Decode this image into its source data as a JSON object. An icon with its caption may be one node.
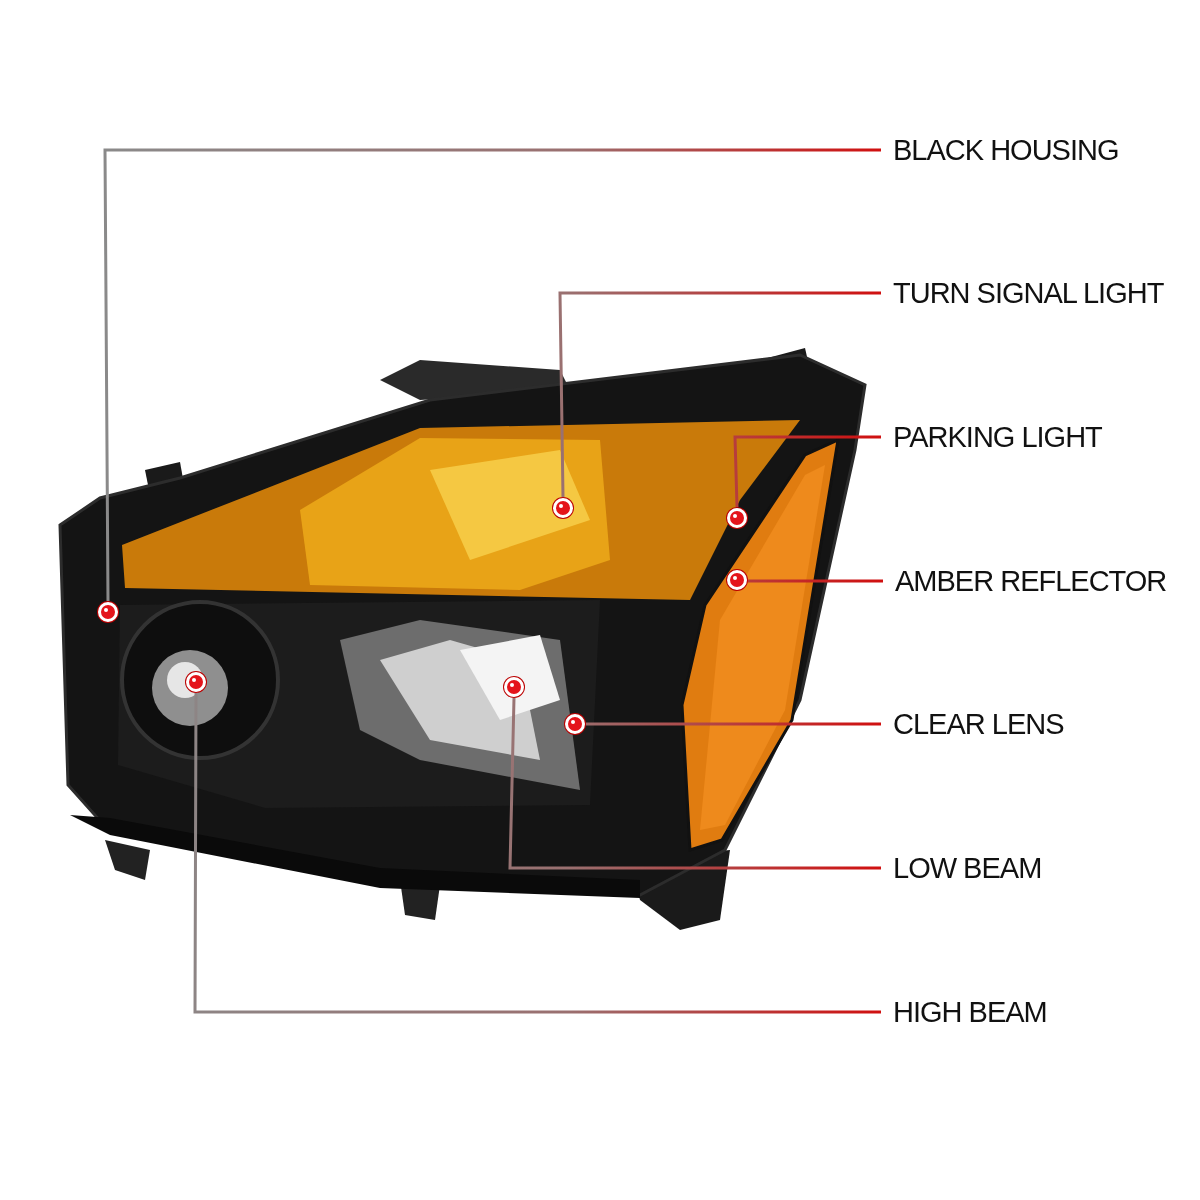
{
  "diagram": {
    "nodes": [
      {
        "text": [
          "BLACK HOUSING"
        ]
      },
      {
        "text": [
          "TURN SIGNAL LIGHT"
        ]
      },
      {
        "text": [
          "PARKING LIGHT"
        ]
      },
      {
        "text": [
          "AMBER REFLECTOR"
        ]
      },
      {
        "text": [
          "CLEAR LENS"
        ]
      },
      {
        "text": [
          "LOW BEAM"
        ]
      },
      {
        "text": [
          "HIGH BEAM"
        ]
      },
      {
        "text": [],
        "shape": "circle"
      },
      {
        "text": [],
        "shape": "circle"
      },
      {
        "text": [],
        "shape": "circle"
      },
      {
        "text": [],
        "shape": "circle"
      },
      {
        "text": [],
        "shape": "circle"
      },
      {
        "text": [],
        "shape": "circle"
      },
      {
        "text": [],
        "shape": "circle"
      }
    ],
    "edges": [
      {
        "from": 0,
        "to": 7,
        "arrow": "none"
      },
      {
        "from": 1,
        "to": 8,
        "arrow": "none"
      },
      {
        "from": 2,
        "to": 9,
        "arrow": "none"
      },
      {
        "from": 3,
        "to": 10,
        "arrow": "none"
      },
      {
        "from": 4,
        "to": 11,
        "arrow": "none"
      },
      {
        "from": 5,
        "to": 12,
        "arrow": "none"
      },
      {
        "from": 6,
        "to": 13,
        "arrow": "none"
      }
    ]
  }
}
